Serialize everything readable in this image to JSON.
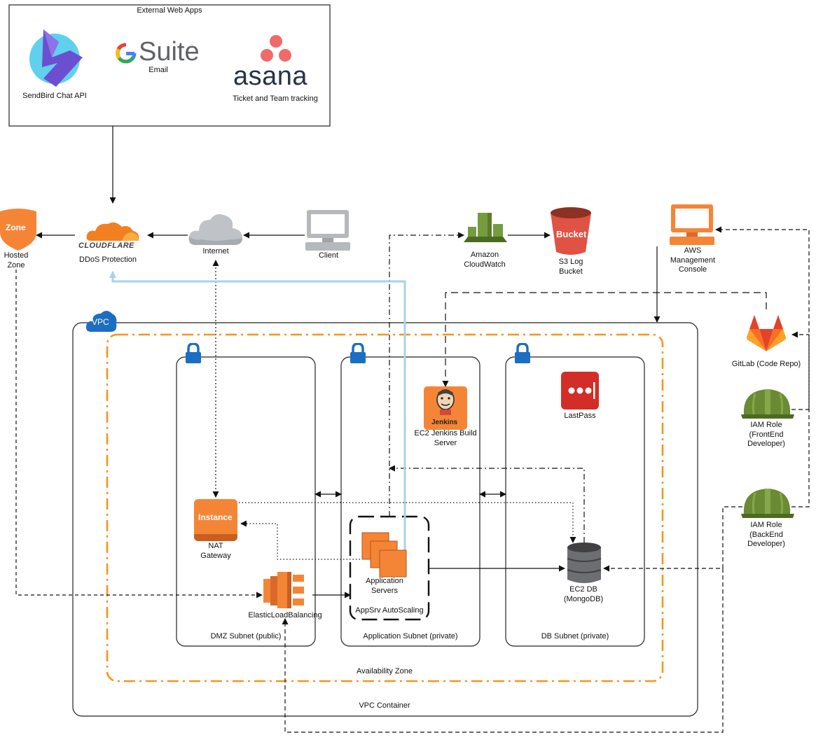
{
  "external": {
    "title": "External Web Apps",
    "sendbird_label": "SendBird Chat API",
    "gsuite_brand": "Suite",
    "gsuite_label": "Email",
    "asana_brand": "asana",
    "asana_label": "Ticket and Team tracking"
  },
  "edge": {
    "zone_badge": "Zone",
    "zone_label": "Hosted Zone",
    "cloudflare_brand": "CLOUDFLARE",
    "cloudflare_label": "DDoS Protection",
    "internet_label": "Internet",
    "client_label": "Client",
    "cloudwatch_label": "Amazon CloudWatch",
    "bucket_badge": "Bucket",
    "bucket_label": "S3 Log Bucket",
    "console_label": "AWS Management Console",
    "gitlab_label": "GitLab (Code Repo)",
    "iam_frontend_label": "IAM Role (FrontEnd Developer)",
    "iam_backend_label": "IAM Role (BackEnd Developer)"
  },
  "vpc": {
    "badge": "VPC",
    "container_label": "VPC Container",
    "az_label": "Availability Zone",
    "subnets": {
      "dmz": "DMZ Subnet (public)",
      "app": "Application Subnet (private)",
      "db": "DB Subnet (private)"
    },
    "jenkins_badge": "Jenkins",
    "jenkins_label": "EC2 Jenkins Build Server",
    "lastpass_label": "LastPass",
    "nat_badge": "Instance",
    "nat_label": "NAT Gateway",
    "elb_label": "ElasticLoadBalancing",
    "app_servers_label": "Application Servers",
    "autoscaling_label": "AppSrv AutoScaling",
    "db_label": "EC2 DB (MongoDB)"
  },
  "colors": {
    "aws_orange": "#f58536",
    "cloudflare_orange": "#f38020",
    "vpc_blue": "#1b6ec2",
    "cloudwatch_green": "#759c3e",
    "s3_red": "#e05243",
    "lastpass_red": "#d32d27",
    "gitlab_orange": "#e24329",
    "iam_green": "#6a8a34",
    "line_blue": "#a9d2ea",
    "sendbird_purple": "#6c4fd0",
    "asana_coral": "#f06a6a"
  }
}
